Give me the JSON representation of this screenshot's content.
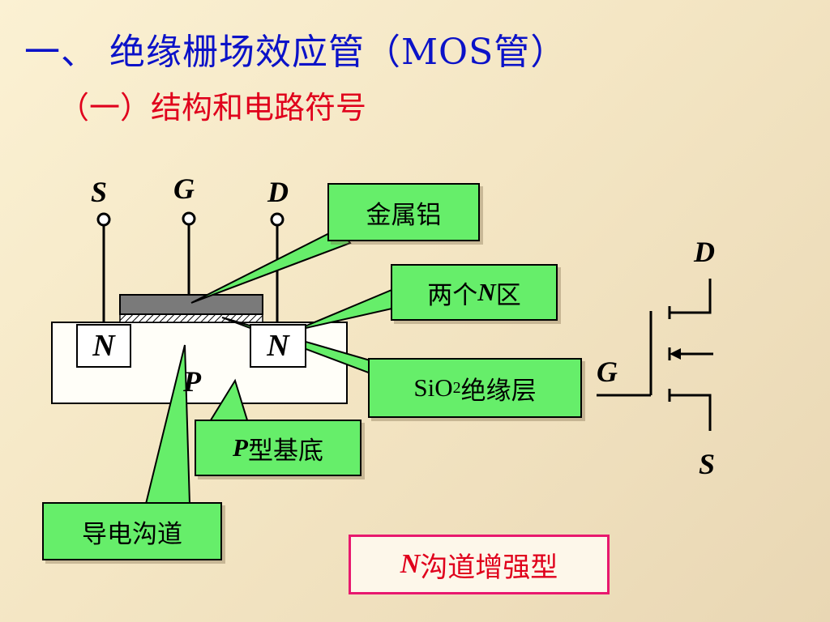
{
  "title": "一、 绝缘栅场效应管（MOS管）",
  "subtitle": "（一）结构和电路符号",
  "terminals": {
    "source": "S",
    "gate": "G",
    "drain": "D"
  },
  "regions": {
    "n_left": "N",
    "n_right": "N",
    "p": "P"
  },
  "callouts": {
    "metal": "金属铝",
    "two_n_prefix": "两个",
    "two_n_letter": "N",
    "two_n_suffix": "区",
    "oxide_main": "SiO",
    "oxide_sub": "2",
    "oxide_suffix": "绝缘层",
    "substrate_letter": "P",
    "substrate_suffix": "型基底",
    "channel": "导电沟道"
  },
  "symbol": {
    "drain": "D",
    "gate": "G",
    "source": "S"
  },
  "note": {
    "letter": "N",
    "text": "沟道增强型"
  },
  "colors": {
    "title": "#0b12c8",
    "subtitle": "#e0001c",
    "callout": "#66ee6a",
    "note_border": "#e8186e"
  }
}
